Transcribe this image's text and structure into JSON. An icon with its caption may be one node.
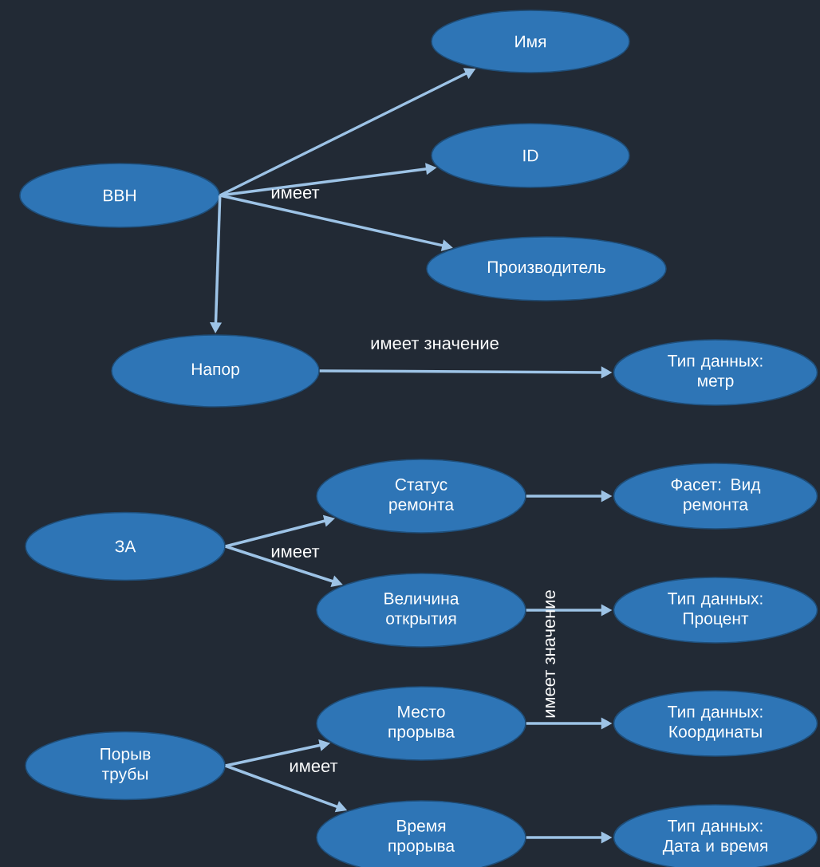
{
  "diagram": {
    "nodes": [
      {
        "text": [
          "ВВН"
        ]
      },
      {
        "text": [
          "Имя"
        ]
      },
      {
        "text": [
          "ID"
        ]
      },
      {
        "text": [
          "Производитель"
        ]
      },
      {
        "text": [
          "Напор"
        ]
      },
      {
        "text": [
          "Тип данных: метр"
        ]
      },
      {
        "text": [
          "ЗА"
        ]
      },
      {
        "text": [
          "Статус ремонта"
        ]
      },
      {
        "text": [
          "Фасет: Вид ремонта"
        ]
      },
      {
        "text": [
          "Величина открытия"
        ]
      },
      {
        "text": [
          "Тип данных: Процент"
        ]
      },
      {
        "text": [
          "Порыв трубы"
        ]
      },
      {
        "text": [
          "Место прорыва"
        ]
      },
      {
        "text": [
          "Тип данных: Координаты"
        ]
      },
      {
        "text": [
          "Время прорыва"
        ]
      },
      {
        "text": [
          "Тип данных: Дата и время"
        ]
      }
    ],
    "edges": [
      {
        "from": 0,
        "to": 1,
        "arrow": "to"
      },
      {
        "from": 0,
        "to": 2,
        "arrow": "to",
        "label": "имеет"
      },
      {
        "from": 0,
        "to": 3,
        "arrow": "to"
      },
      {
        "from": 0,
        "to": 4,
        "arrow": "to"
      },
      {
        "from": 4,
        "to": 5,
        "arrow": "to",
        "label": "имеет значение"
      },
      {
        "from": 6,
        "to": 7,
        "arrow": "to"
      },
      {
        "from": 6,
        "to": 9,
        "arrow": "to",
        "label": "имеет"
      },
      {
        "from": 7,
        "to": 8,
        "arrow": "to"
      },
      {
        "from": 9,
        "to": 10,
        "arrow": "to"
      },
      {
        "from": 11,
        "to": 12,
        "arrow": "to"
      },
      {
        "from": 11,
        "to": 14,
        "arrow": "to",
        "label": "имеет"
      },
      {
        "from": 12,
        "to": 13,
        "arrow": "to"
      },
      {
        "from": 14,
        "to": 15,
        "arrow": "to"
      }
    ],
    "labels": [
      "имеет значение"
    ]
  }
}
